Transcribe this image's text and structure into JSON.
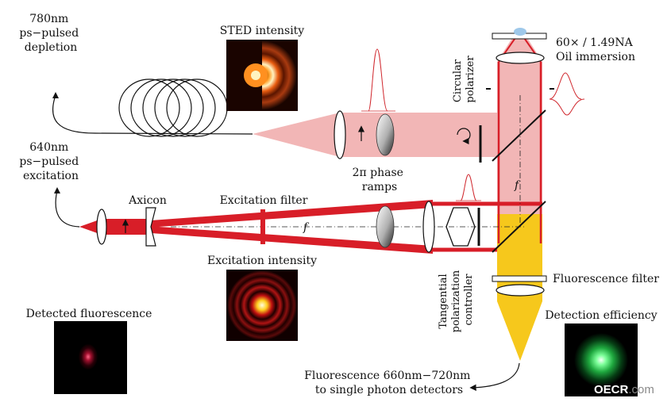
{
  "labels": {
    "depletion": [
      "780nm",
      "ps−pulsed",
      "depletion"
    ],
    "excitation": [
      "640nm",
      "ps−pulsed",
      "excitation"
    ],
    "sted_intensity": "STED intensity",
    "objective": [
      "60× / 1.49NA",
      "Oil immersion"
    ],
    "circular_polarizer": [
      "Circular",
      "polarizer"
    ],
    "phase_ramps": [
      "2π phase",
      "ramps"
    ],
    "axicon": "Axicon",
    "excitation_filter": "Excitation filter",
    "f_symbol": "f",
    "excitation_intensity": "Excitation intensity",
    "tangential": [
      "Tangential",
      "polarization",
      "controller"
    ],
    "fluorescence_filter": "Fluorescence filter",
    "detected_fluorescence": "Detected fluorescence",
    "detection_efficiency": "Detection efficiency",
    "output": [
      "Fluorescence 660nm−720nm",
      "to single photon detectors"
    ],
    "watermark_main": "OECR",
    "watermark_suffix": ".com"
  },
  "colors": {
    "sted_beam": "#f2b8b8",
    "excitation_beam": "#d8202a",
    "fluorescence_beam": "#f5c518",
    "fluorescence_green": "#3ee86a",
    "detected_red": "#d0102e"
  }
}
